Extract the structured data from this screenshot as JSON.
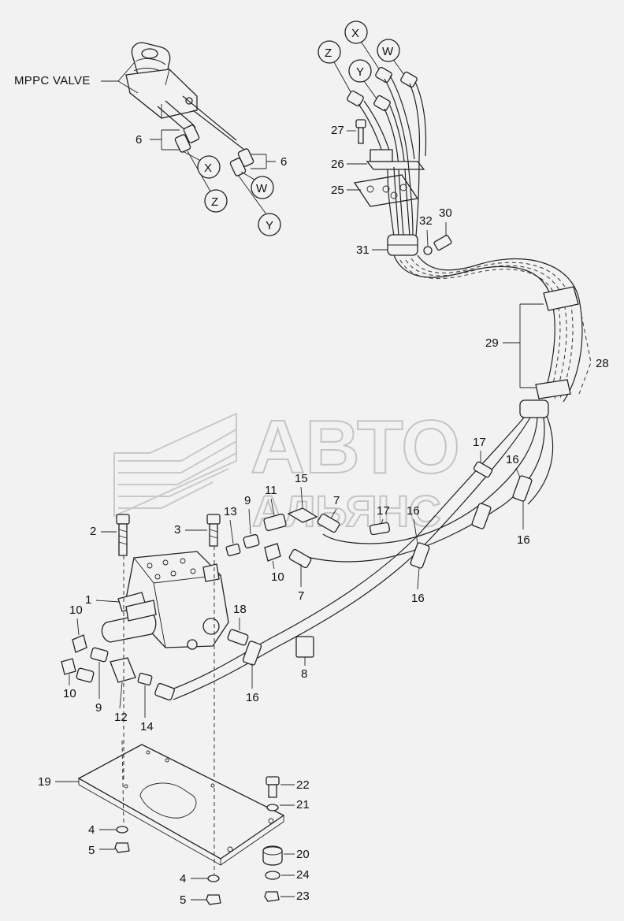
{
  "title_label": "MPPC VALVE",
  "port_labels": {
    "left_x": "X",
    "left_z": "Z",
    "left_w": "W",
    "left_y": "Y",
    "top_z": "Z",
    "top_x": "X",
    "top_y": "Y",
    "top_w": "W"
  },
  "callouts": {
    "c1": "1",
    "c2": "2",
    "c3": "3",
    "c4a": "4",
    "c4b": "4",
    "c5a": "5",
    "c5b": "5",
    "c6a": "6",
    "c6b": "6",
    "c7a": "7",
    "c7b": "7",
    "c8": "8",
    "c9a": "9",
    "c9b": "9",
    "c10a": "10",
    "c10b": "10",
    "c10c": "10",
    "c11": "11",
    "c12": "12",
    "c13": "13",
    "c14": "14",
    "c15": "15",
    "c16a": "16",
    "c16b": "16",
    "c16c": "16",
    "c16d": "16",
    "c16e": "16",
    "c17a": "17",
    "c17b": "17",
    "c18": "18",
    "c19": "19",
    "c20": "20",
    "c21": "21",
    "c22": "22",
    "c23": "23",
    "c24": "24",
    "c25": "25",
    "c26": "26",
    "c27": "27",
    "c28": "28",
    "c29": "29",
    "c30": "30",
    "c31": "31",
    "c32": "32"
  },
  "watermark": {
    "line1": "АВТО",
    "line2": "АЛЬЯНС"
  }
}
